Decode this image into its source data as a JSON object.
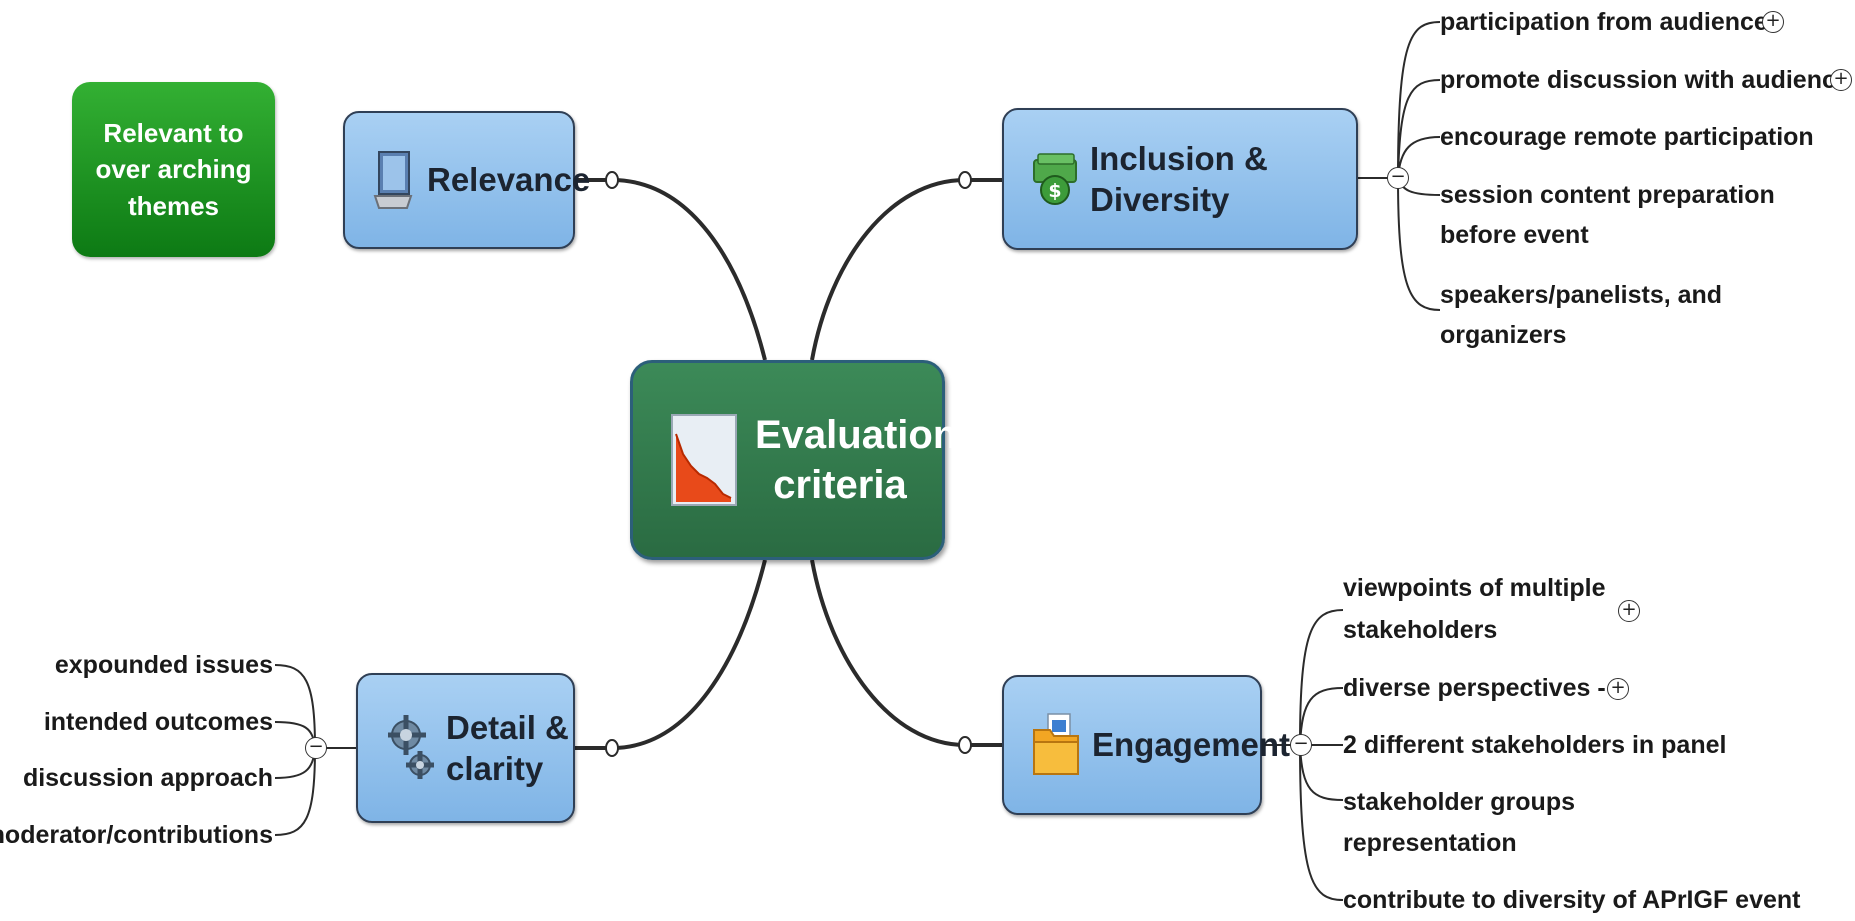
{
  "central": {
    "line1": "Evaluation",
    "line2": "criteria",
    "icon": "chart-icon"
  },
  "callout": {
    "line1": "Relevant to",
    "line2": "over arching",
    "line3": "themes"
  },
  "branches": {
    "relevance": {
      "label": "Relevance",
      "icon": "laptop-icon"
    },
    "inclusion": {
      "label": "Inclusion & Diversity",
      "icon": "money-icon",
      "children": [
        "participation from audience",
        "promote discussion with audience",
        "encourage remote participation",
        "session content preparation",
        "before event",
        "speakers/panelists, and",
        "organizers"
      ]
    },
    "detail": {
      "line1": "Detail &",
      "line2": "clarity",
      "icon": "gears-icon",
      "children": [
        "expounded issues",
        "intended outcomes",
        "discussion approach",
        "moderator/contributions"
      ]
    },
    "engagement": {
      "label": "Engagement",
      "icon": "folder-icon",
      "children": [
        "viewpoints of multiple",
        "stakeholders",
        "diverse perspectives -",
        "2 different stakeholders in panel",
        "stakeholder groups",
        "representation",
        "contribute to diversity of APrIGF event"
      ]
    }
  },
  "markers": {
    "expand": "+",
    "collapse": "−"
  }
}
